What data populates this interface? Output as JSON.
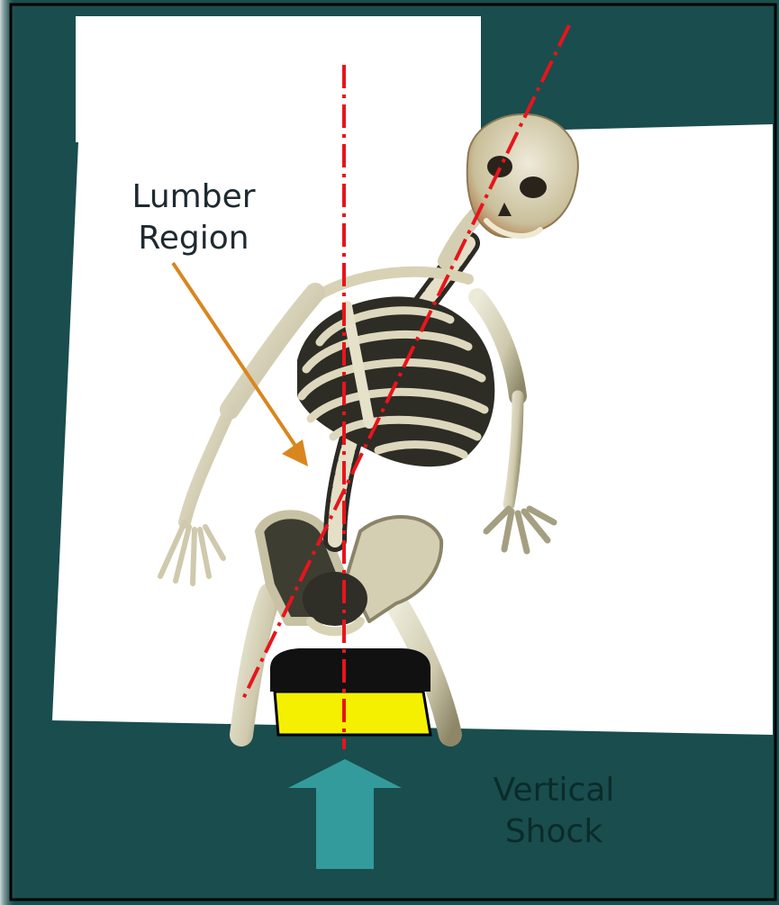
{
  "diagram": {
    "lumber_label": {
      "line1": "Lumber",
      "line2": "Region"
    },
    "shock_label": {
      "line1": "Vertical",
      "line2": "Shock"
    }
  },
  "colors": {
    "slide_background": "#1a4d4d",
    "photo_background": "#ffffff",
    "bone": "#d8d3bd",
    "bone_shadow": "#3b3a33",
    "axis_line": "#e8141c",
    "region_arrow": "#d9861e",
    "shock_arrow": "#339b9b",
    "seat_top": "#111111",
    "seat_body": "#f4f000"
  }
}
